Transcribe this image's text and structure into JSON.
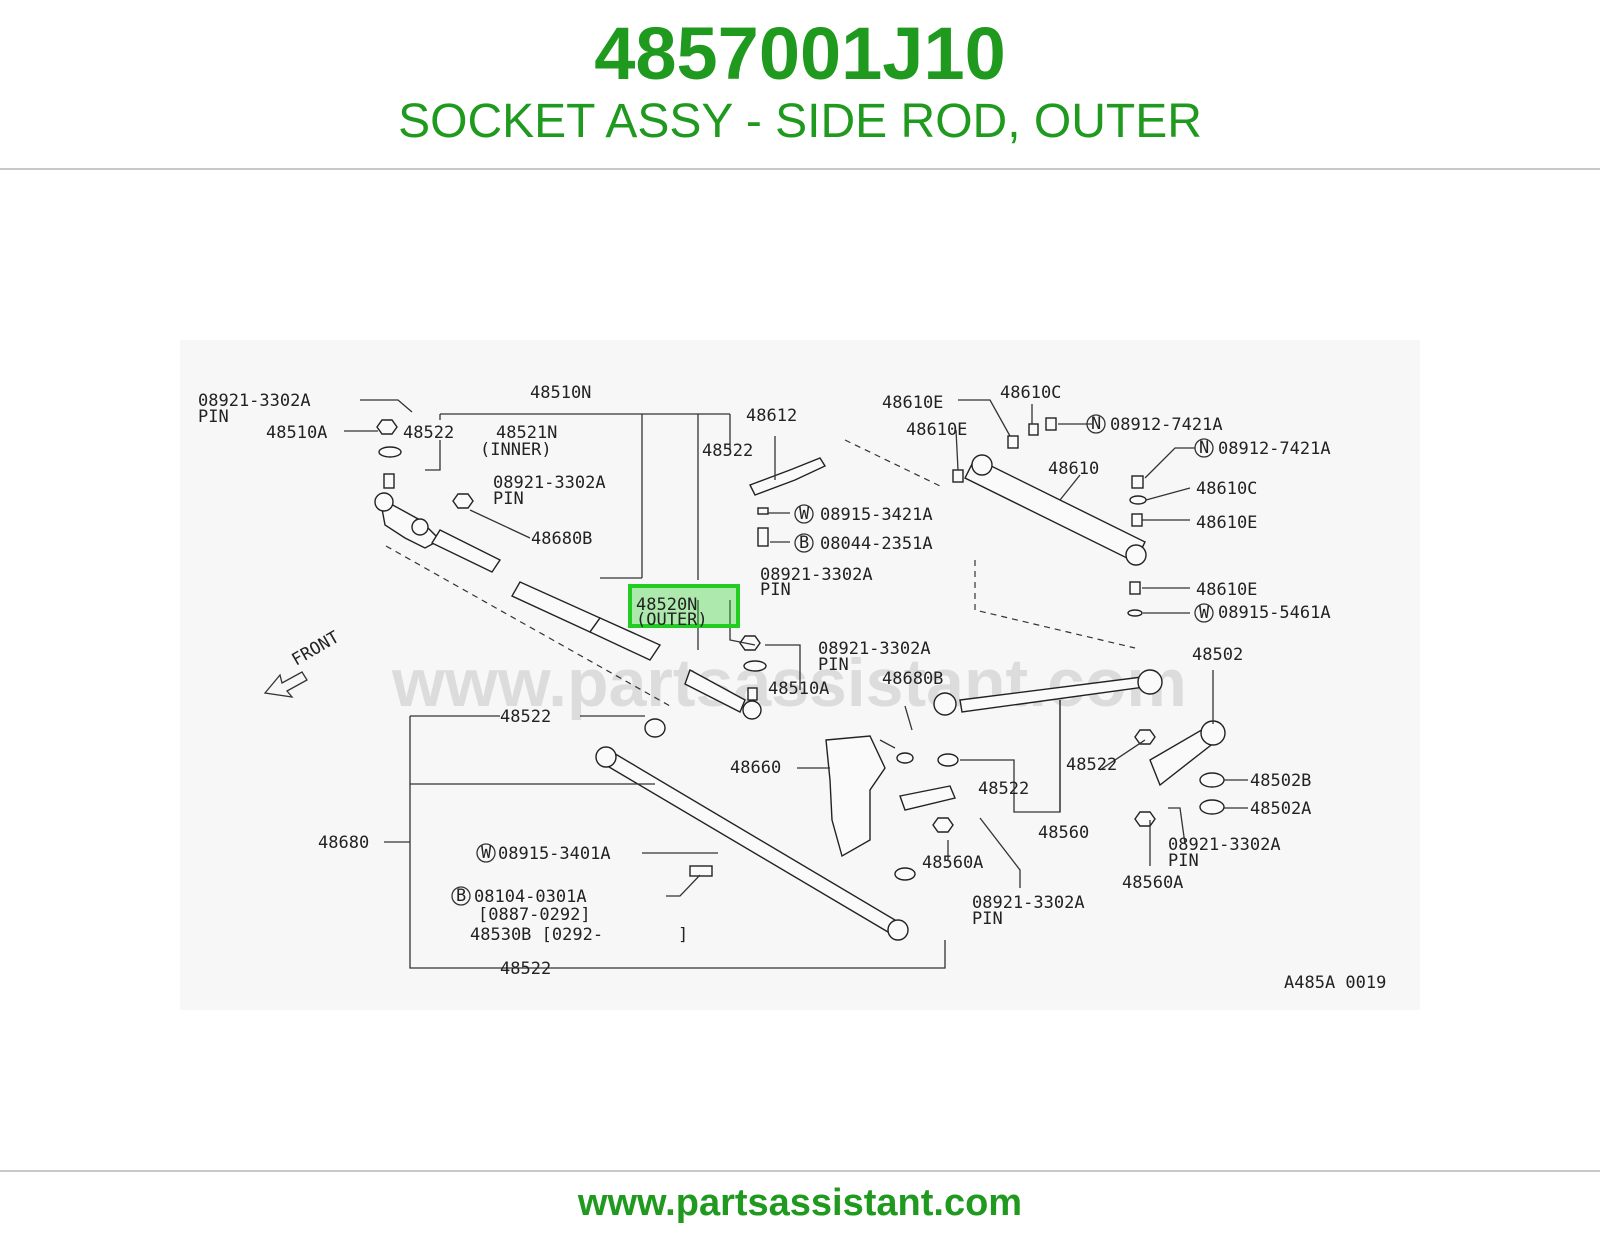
{
  "header": {
    "part_number": "4857001J10",
    "description": "SOCKET ASSY - SIDE ROD, OUTER"
  },
  "footer": {
    "url": "www.partsassistant.com"
  },
  "diagram": {
    "watermark": "www.partsassistant.com",
    "code": "A485A 0019",
    "front_label": "FRONT",
    "highlight_color": "#22cc22",
    "labels": {
      "l1": "08921-3302A",
      "l1b": "PIN",
      "l2": "48510N",
      "l3": "48510A",
      "l4": "48522",
      "l5": "48521N",
      "l5b": "(INNER)",
      "l6": "08921-3302A",
      "l6b": "PIN",
      "l7": "48680B",
      "l8": "48612",
      "l9": "48522",
      "l10": "48610E",
      "l11": "48610C",
      "l12": "08912-7421A",
      "l13": "48610E",
      "l14": "08912-7421A",
      "l15": "48610",
      "l16": "48610C",
      "l17": "48610E",
      "l18": "08915-3421A",
      "l19": "08044-2351A",
      "l20": "08921-3302A",
      "l20b": "PIN",
      "l21": "48520N",
      "l21b": "(OUTER)",
      "l22": "48610E",
      "l23": "08915-5461A",
      "l24": "08921-3302A",
      "l24b": "PIN",
      "l25": "48680B",
      "l26": "48502",
      "l27": "48510A",
      "l28": "48522",
      "l29": "48660",
      "l30": "48522",
      "l31": "48522",
      "l32": "48502B",
      "l33": "48502A",
      "l34": "48560",
      "l35": "48680",
      "l36": "08915-3401A",
      "l37": "48560A",
      "l38": "08921-3302A",
      "l38b": "PIN",
      "l39": "48560A",
      "l40": "08104-0301A",
      "l41": "[0887-0292]",
      "l42": "48530B [0292-",
      "l42b": "]",
      "l43": "08921-3302A",
      "l43b": "PIN",
      "l44": "48522"
    },
    "markers": {
      "w": "W",
      "b": "B",
      "n": "N"
    }
  }
}
